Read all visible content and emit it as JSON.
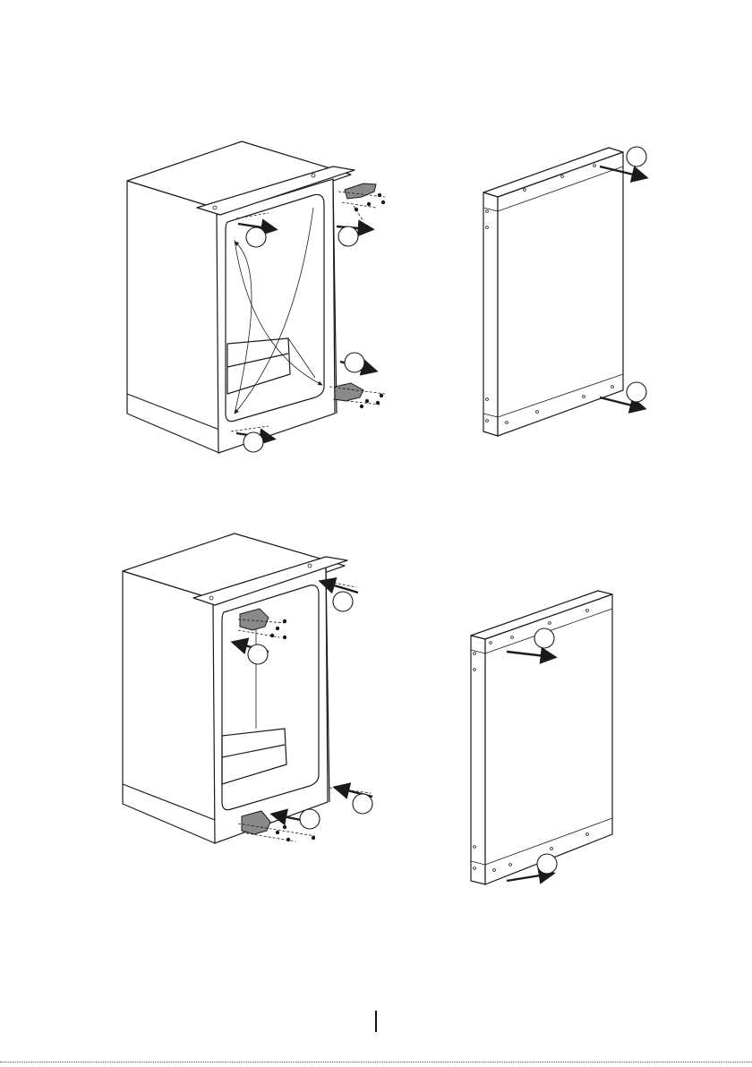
{
  "figures": [
    {
      "id": "cabinet-hinge-right",
      "callouts": 4
    },
    {
      "id": "door-hinge-right",
      "callouts": 2
    },
    {
      "id": "cabinet-hinge-left",
      "callouts": 4
    },
    {
      "id": "door-hinge-left",
      "callouts": 2
    }
  ],
  "colors": {
    "line": "#1a1a1a",
    "hinge_fill": "#8a8a8a",
    "background": "#ffffff"
  }
}
